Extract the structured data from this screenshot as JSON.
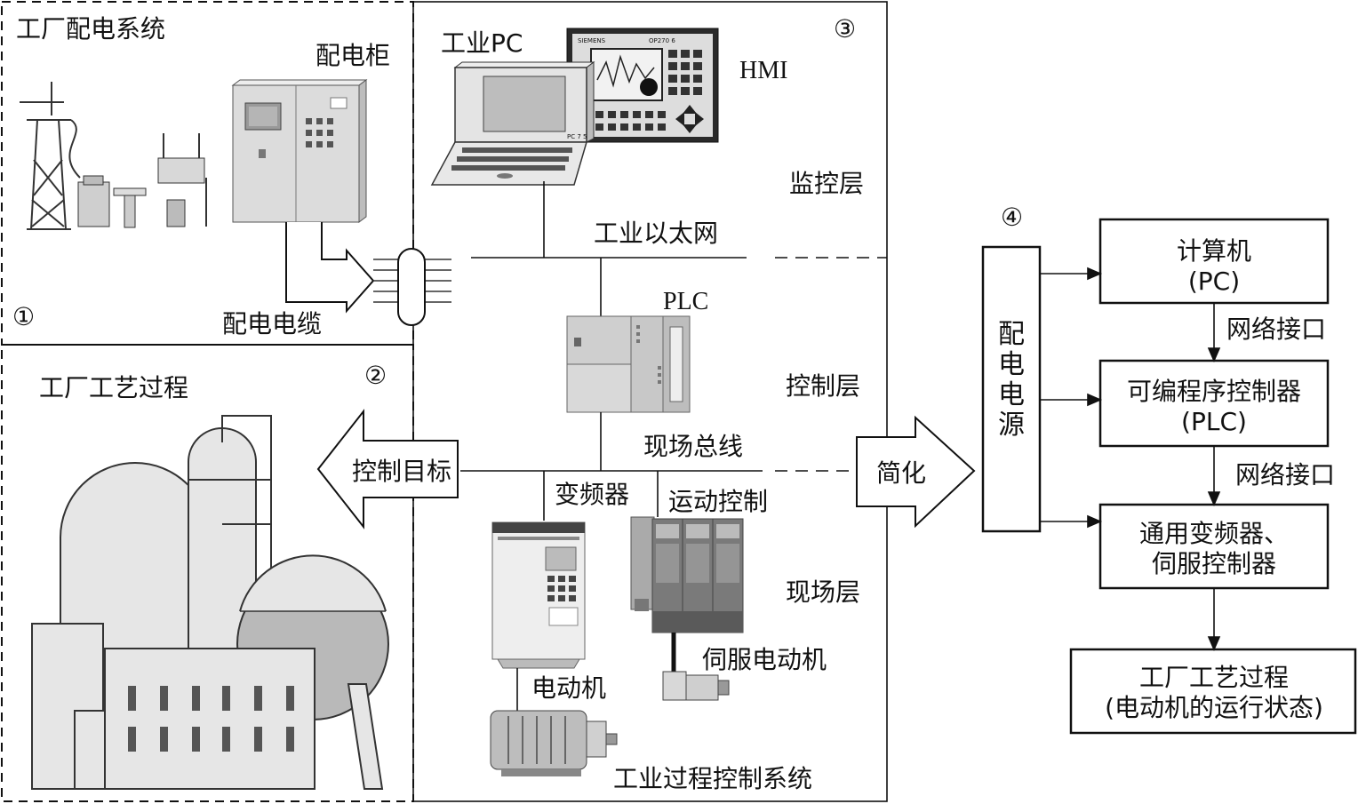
{
  "regions": {
    "r1": {
      "number": "①",
      "title": "工厂配电系统",
      "cabinet_label": "配电柜",
      "cable_label": "配电电缆"
    },
    "r2": {
      "number": "②",
      "title": "工厂工艺过程"
    },
    "r3": {
      "number": "③",
      "pc_label": "工业PC",
      "hmi_label": "HMI",
      "monitor_layer": "监控层",
      "ethernet_label": "工业以太网",
      "plc_label": "PLC",
      "control_layer": "控制层",
      "fieldbus_label": "现场总线",
      "inverter_label": "变频器",
      "motion_label": "运动控制",
      "field_layer": "现场层",
      "servo_motor_label": "伺服电动机",
      "motor_label": "电动机",
      "system_label": "工业过程控制系统"
    },
    "r4": {
      "number": "④",
      "power_chars": [
        "配",
        "电",
        "电",
        "源"
      ],
      "boxes": [
        {
          "line1": "计算机",
          "line2": "(PC)"
        },
        {
          "line1": "可编程序控制器",
          "line2": "(PLC)"
        },
        {
          "line1": "通用变频器、",
          "line2": "伺服控制器"
        },
        {
          "line1": "工厂工艺过程",
          "line2": "(电动机的运行状态)"
        }
      ],
      "interface_labels": [
        "网络接口",
        "网络接口"
      ]
    }
  },
  "arrows": {
    "left_label": "控制目标",
    "right_label": "简化"
  },
  "device_text": {
    "hmi_brand": "SIEMENS",
    "hmi_model": "OP270 6",
    "pc_model": "PC 7 5"
  }
}
